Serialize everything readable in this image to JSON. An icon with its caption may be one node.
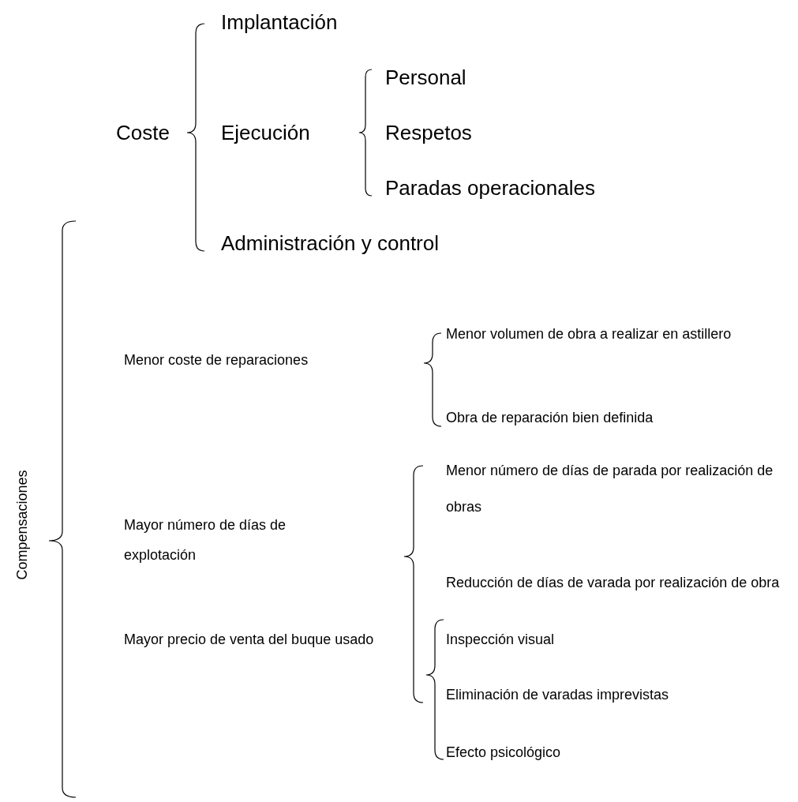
{
  "diagram": {
    "labels": [
      "Implantación",
      "Coste",
      "Ejecución",
      "Personal",
      "Respetos",
      "Paradas operacionales",
      "Administración y control",
      "Compensaciones",
      "Menor coste de reparaciones",
      "Menor volumen de obra a realizar en astillero",
      "Obra de reparación bien definida",
      "Mayor número de días de explotación",
      "Menor número de días de parada por realización de obras",
      "Reducción de días de varada por realización de obra",
      "Eliminación de varadas imprevistas",
      "Mayor precio de venta del buque usado",
      "Inspección visual",
      "Efecto psicológico"
    ]
  }
}
